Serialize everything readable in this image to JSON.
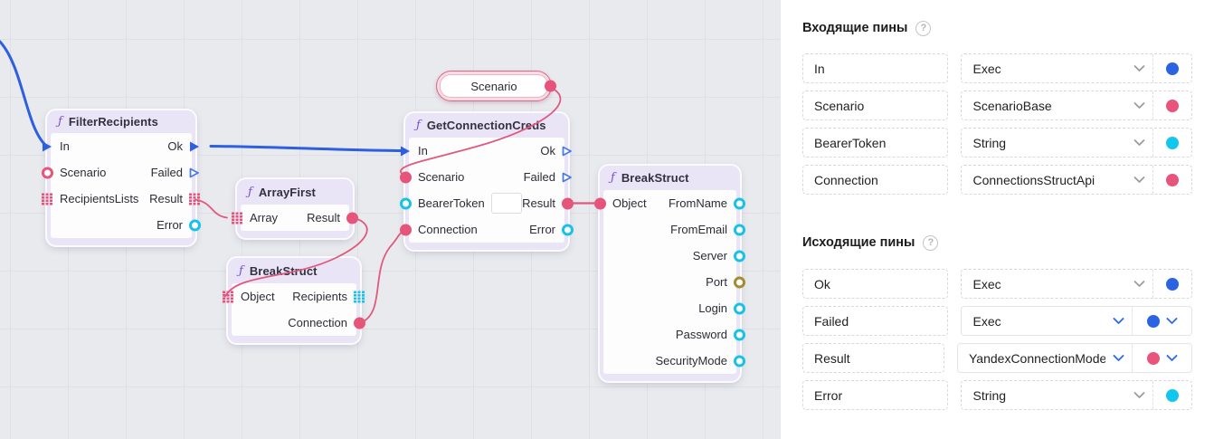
{
  "canvas": {
    "pill": {
      "label": "Scenario"
    },
    "nodes": {
      "filter_recipients": {
        "fn": "ƒ",
        "title": "FilterRecipients",
        "left_pins": [
          "In",
          "Scenario",
          "RecipientsLists"
        ],
        "right_pins": [
          "Ok",
          "Failed",
          "Result",
          "Error"
        ]
      },
      "array_first": {
        "fn": "ƒ",
        "title": "ArrayFirst",
        "left_pins": [
          "Array"
        ],
        "right_pins": [
          "Result"
        ]
      },
      "break_struct_1": {
        "fn": "ƒ",
        "title": "BreakStruct",
        "left_pins": [
          "Object"
        ],
        "right_pins": [
          "Recipients",
          "Connection"
        ]
      },
      "get_connection_creds": {
        "fn": "ƒ",
        "title": "GetConnectionCreds",
        "left_pins": [
          "In",
          "Scenario",
          "BearerToken",
          "Connection"
        ],
        "right_pins": [
          "Ok",
          "Failed",
          "Result",
          "Error"
        ],
        "bearer_token_value": ""
      },
      "break_struct_2": {
        "fn": "ƒ",
        "title": "BreakStruct",
        "left_pins": [
          "Object"
        ],
        "right_pins": [
          "FromName",
          "FromEmail",
          "Server",
          "Port",
          "Login",
          "Password",
          "SecurityMode"
        ]
      }
    }
  },
  "panel": {
    "incoming_title": "Входящие пины",
    "outgoing_title": "Исходящие пины",
    "help_glyph": "?",
    "incoming": [
      {
        "name": "In",
        "type": "Exec",
        "color": "#2b63e3"
      },
      {
        "name": "Scenario",
        "type": "ScenarioBase",
        "color": "#e8547b"
      },
      {
        "name": "BearerToken",
        "type": "String",
        "color": "#12c6ee"
      },
      {
        "name": "Connection",
        "type": "ConnectionsStructApi",
        "color": "#e8547b"
      }
    ],
    "outgoing": [
      {
        "name": "Ok",
        "type": "Exec",
        "color": "#2b63e3"
      },
      {
        "name": "Failed",
        "type": "Exec",
        "color": "#2b63e3"
      },
      {
        "name": "Result",
        "type": "YandexConnectionMode",
        "color": "#e8547b"
      },
      {
        "name": "Error",
        "type": "String",
        "color": "#12c6ee"
      }
    ]
  },
  "colors": {
    "exec_blue": "#2d5fe0",
    "object_pink": "#e65479",
    "string_cyan": "#16c2e9",
    "port_olive": "#a28c2f",
    "wire_blue": "#2d5fe0",
    "wire_pink": "#e0597e"
  }
}
